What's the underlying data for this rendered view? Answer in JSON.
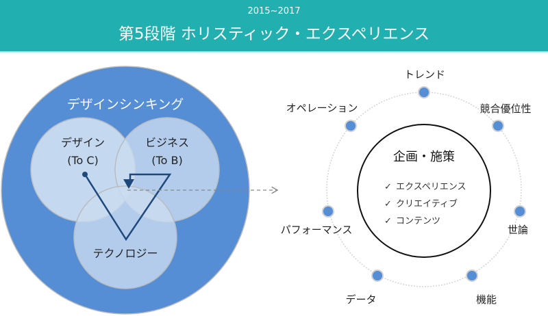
{
  "header": {
    "period": "2015~2017",
    "title": "第5段階 ホリスティック・エクスペリエンス"
  },
  "left": {
    "outer_label": "デザインシンキング",
    "design_label": "デザイン",
    "design_sub": "(To C)",
    "business_label": "ビジネス",
    "business_sub": "(To B)",
    "technology_label": "テクノロジー"
  },
  "right": {
    "center_title": "企画・施策",
    "checks": [
      "エクスペリエンス",
      "クリエイティブ",
      "コンテンツ"
    ],
    "nodes": [
      "トレンド",
      "競合優位性",
      "世論",
      "機能",
      "データ",
      "パフォーマンス",
      "オペレーション"
    ]
  },
  "colors": {
    "header": "#21AFAF",
    "outer": "#558ED5",
    "inner": "#CFDFF1",
    "line": "#1F497D",
    "node": "#558ED5"
  }
}
